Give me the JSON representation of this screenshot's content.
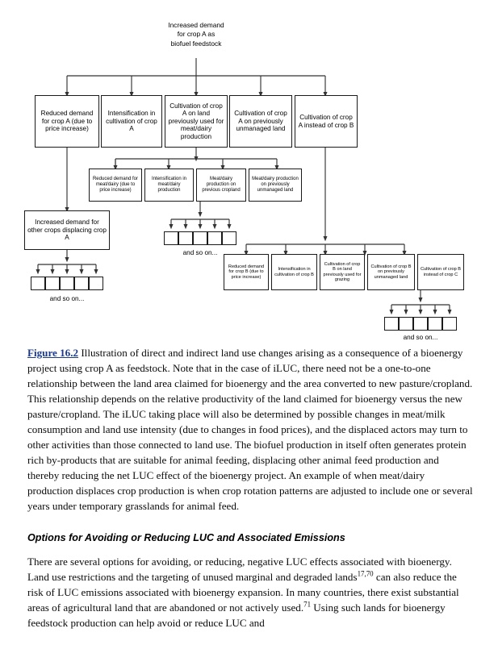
{
  "diagram": {
    "root": "Increased demand\nfor crop A as\nbiofuel feedstock",
    "root_lines": [
      "Increased demand",
      "for crop A as",
      "biofuel feedstock"
    ],
    "level1": [
      "Reduced demand for crop A (due to price increase)",
      "Intensification in cultivation of crop A",
      "Cultivation of crop A on land previously used for meat/dairy production",
      "Cultivation of crop A on previously unmanaged land",
      "Cultivation of crop A instead of crop B"
    ],
    "left_branch_node": "Increased demand for other crops displacing crop A",
    "level2": [
      "Reduced demand for meat/dairy (due to price increase)",
      "Intensification in meat/dairy production",
      "Meat/dairy production on previous cropland",
      "Meat/dairy production on previously unmanaged land"
    ],
    "level3": [
      "Reduced demand for crop B (due to price increase)",
      "Intensification in cultivation of crop B",
      "Cultivation of crop B on land previously used for grazing",
      "Cultivation of crop B on previously unmanaged land",
      "Cultivation of crop B instead of crop C"
    ],
    "and_so_on_labels": [
      "and so on...",
      "and so on...",
      "and so on..."
    ],
    "colors": {
      "box_border": "#1a1a1a",
      "connector": "#333333",
      "background": "#ffffff"
    }
  },
  "caption": {
    "figure_label": "Figure 16.2",
    "text": " Illustration of direct and indirect land use changes arising as a consequence of a bioenergy project using crop A as feedstock. Note that in the case of iLUC, there need not be a one-to-one relationship between the land area claimed for bioenergy and the area converted to new pasture/cropland. This relationship depends on the relative productivity of the land claimed for bioenergy versus the new pasture/cropland. The iLUC taking place will also be determined by possible changes in meat/milk consumption and land use intensity (due to changes in food prices), and the displaced actors may turn to other activities than those connected to land use. The biofuel production in itself often generates protein rich by-products that are suitable for animal feeding, displacing other animal feed production and thereby reducing the net LUC effect of the bioenergy project. An example of when meat/dairy production displaces crop production is when crop rotation patterns are adjusted to include one or several years under temporary grasslands for animal feed."
  },
  "section": {
    "heading": "Options for Avoiding or Reducing LUC and Associated Emissions",
    "paragraph_part1": "There are several options for avoiding, or reducing, negative LUC effects associated with bioenergy. Land use restrictions and the targeting of unused marginal and degraded lands",
    "ref1": "17,70",
    "paragraph_part2": " can also reduce the risk of LUC emissions associated with bioenergy expansion. In many countries, there exist substantial areas of agricultural land that are abandoned or not actively used.",
    "ref2": "71",
    "paragraph_part3": " Using such lands for bioenergy feedstock production can help avoid or reduce LUC and"
  }
}
